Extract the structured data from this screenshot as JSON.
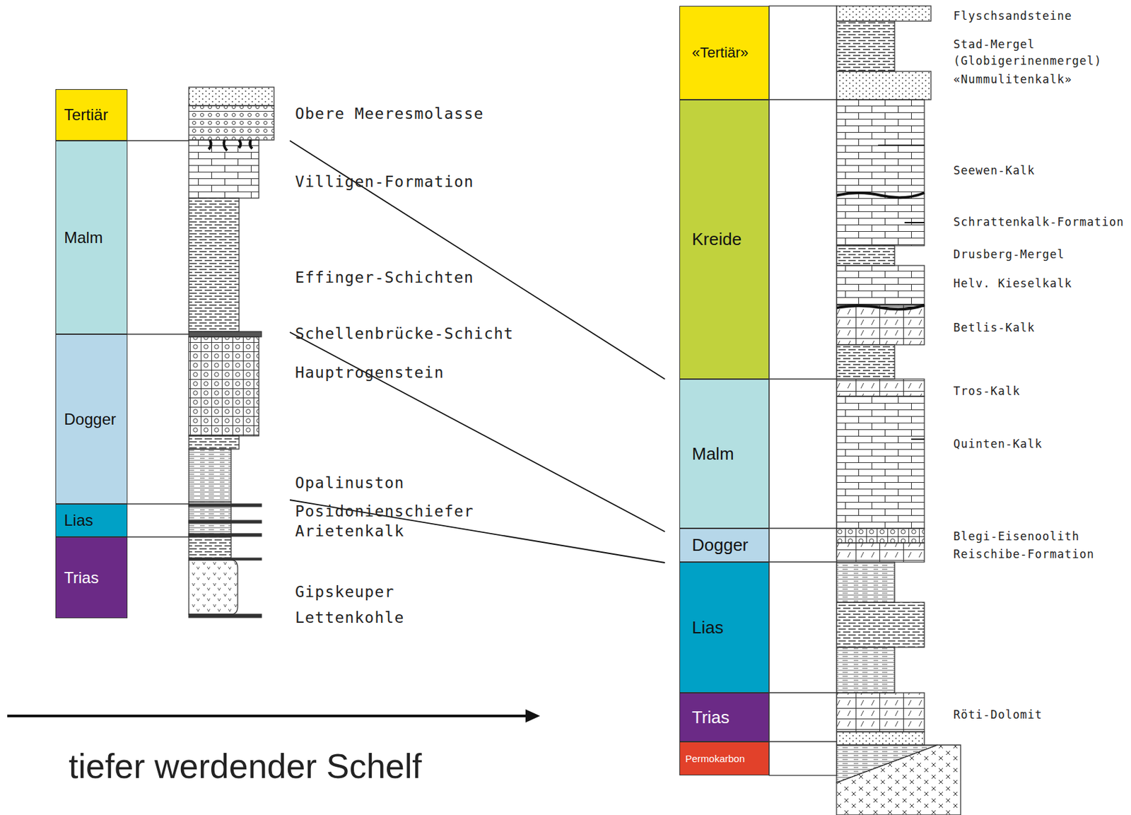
{
  "diagram": {
    "nodes": [
      {
        "text": [
          "Tertiär"
        ]
      },
      {
        "text": [
          "Malm"
        ]
      },
      {
        "text": [
          "Dogger"
        ]
      },
      {
        "text": [
          "Lias"
        ]
      },
      {
        "text": [
          "Trias"
        ]
      },
      {
        "text": [
          "«Tertiär»"
        ]
      },
      {
        "text": [
          "Kreide"
        ]
      },
      {
        "text": [
          "Malm"
        ]
      },
      {
        "text": [
          "Dogger"
        ]
      },
      {
        "text": [
          "Lias"
        ]
      },
      {
        "text": [
          "Trias"
        ]
      },
      {
        "text": [
          "Permokarbon"
        ]
      }
    ],
    "labels": [
      "Obere Meeresmolasse",
      "Villigen-Formation",
      "Effinger-Schichten",
      "Schellenbrücke-Schicht",
      "Hauptrogenstein",
      "Opalinuston",
      "Posidonienschiefer",
      "Arietenkalk",
      "Gipskeuper",
      "Lettenkohle",
      "tiefer werdender Schelf",
      "Flyschsandsteine",
      "Stad-Mergel (Globigerinenmergel)",
      "«Nummulitenkalk»",
      "Seewen-Kalk",
      "Schrattenkalk-Formation",
      "Drusberg-Mergel",
      "Helv. Kieselkalk",
      "Betlis-Kalk",
      "Tros-Kalk",
      "Quinten-Kalk",
      "Blegi-Eisenoolith",
      "Reischibe-Formation",
      "Röti-Dolomit"
    ]
  }
}
